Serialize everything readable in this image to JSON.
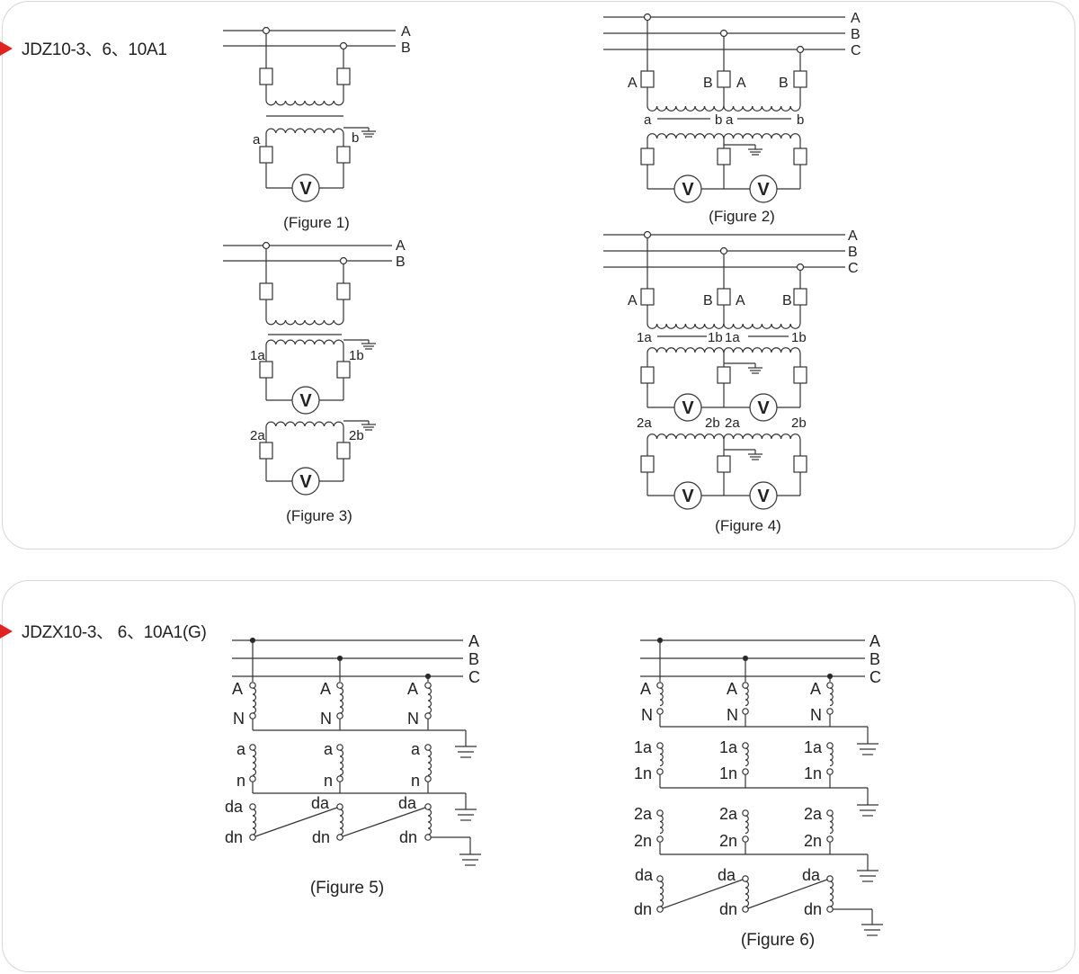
{
  "sections": [
    {
      "title": "JDZ10-3、6、10A1"
    },
    {
      "title": "JDZX10-3、 6、10A1(G)"
    }
  ],
  "phases": [
    "A",
    "B",
    "C"
  ],
  "figures": {
    "fig1": {
      "caption": "(Figure 1)",
      "primary": [
        "A",
        "B"
      ],
      "secondary": [
        "a",
        "b"
      ],
      "meter": "V"
    },
    "fig2": {
      "caption": "(Figure 2)",
      "primary": [
        "A",
        "B",
        "A",
        "B"
      ],
      "secondary": [
        "a",
        "b",
        "a",
        "b"
      ],
      "meter": "V"
    },
    "fig3": {
      "caption": "(Figure 3)",
      "secondary1": [
        "1a",
        "1b"
      ],
      "secondary2": [
        "2a",
        "2b"
      ],
      "meter": "V"
    },
    "fig4": {
      "caption": "(Figure 4)",
      "primary": [
        "A",
        "B",
        "A",
        "B"
      ],
      "secondary1": [
        "1a",
        "1b",
        "1a",
        "1b"
      ],
      "secondary2": [
        "2a",
        "2b",
        "2a",
        "2b"
      ],
      "meter": "V"
    },
    "fig5": {
      "caption": "(Figure 5)",
      "windings": [
        [
          "A",
          "N"
        ],
        [
          "a",
          "n"
        ],
        [
          "da",
          "dn"
        ]
      ]
    },
    "fig6": {
      "caption": "(Figure 6)",
      "windings": [
        [
          "A",
          "N"
        ],
        [
          "1a",
          "1n"
        ],
        [
          "2a",
          "2n"
        ],
        [
          "da",
          "dn"
        ]
      ]
    }
  }
}
